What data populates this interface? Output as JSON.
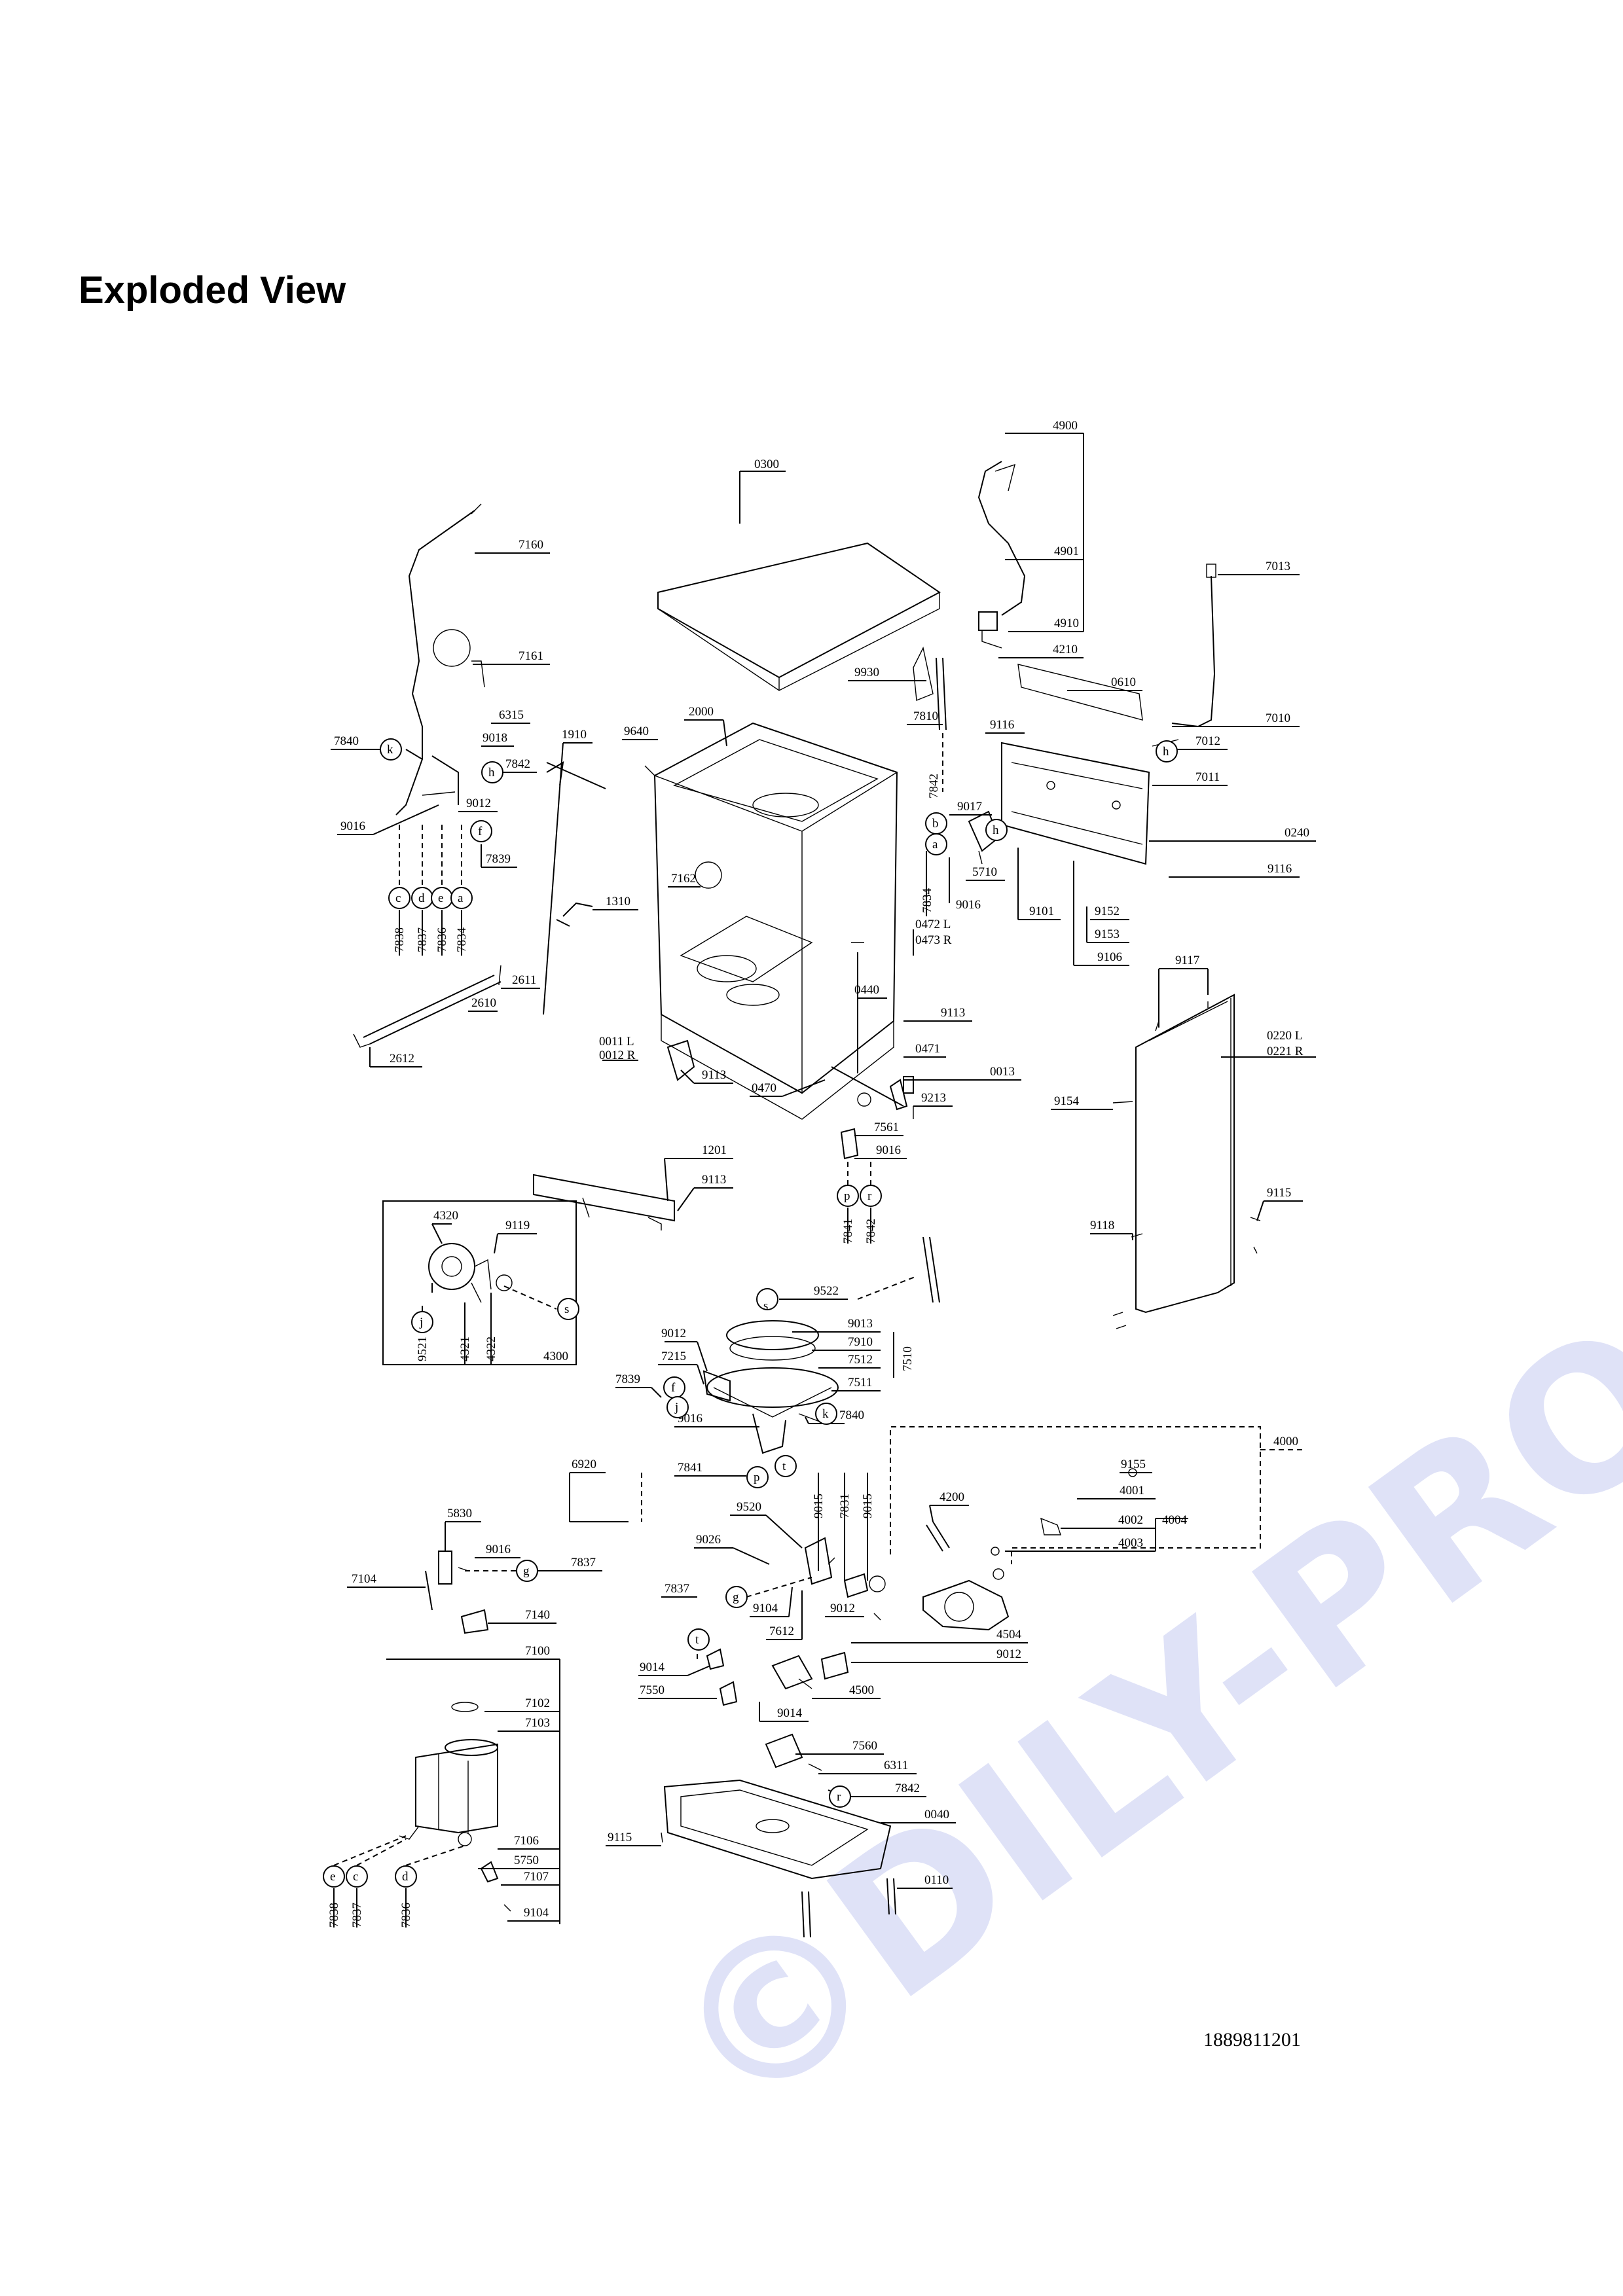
{
  "title": "Exploded View",
  "watermark": "©DILY-PRODEJ.cz",
  "doc_number": "1889811201",
  "colors": {
    "line": "#000000",
    "watermark": "#dfe2f7",
    "background": "#ffffff"
  },
  "labels": [
    {
      "id": "l0300",
      "text": "0300"
    },
    {
      "id": "l4900",
      "text": "4900"
    },
    {
      "id": "l4901",
      "text": "4901"
    },
    {
      "id": "l4910",
      "text": "4910"
    },
    {
      "id": "l4210",
      "text": "4210"
    },
    {
      "id": "l0610",
      "text": "0610"
    },
    {
      "id": "l7013",
      "text": "7013"
    },
    {
      "id": "l7010",
      "text": "7010"
    },
    {
      "id": "l7012",
      "text": "7012"
    },
    {
      "id": "l7011",
      "text": "7011"
    },
    {
      "id": "l0240",
      "text": "0240"
    },
    {
      "id": "l9116a",
      "text": "9116"
    },
    {
      "id": "l9116b",
      "text": "9116"
    },
    {
      "id": "l7160",
      "text": "7160"
    },
    {
      "id": "l7161",
      "text": "7161"
    },
    {
      "id": "l6315",
      "text": "6315"
    },
    {
      "id": "l9018",
      "text": "9018"
    },
    {
      "id": "l7842a",
      "text": "7842"
    },
    {
      "id": "l7840a",
      "text": "7840"
    },
    {
      "id": "l9012a",
      "text": "9012"
    },
    {
      "id": "l9016a",
      "text": "9016"
    },
    {
      "id": "l7839a",
      "text": "7839"
    },
    {
      "id": "l1910",
      "text": "1910"
    },
    {
      "id": "l9640",
      "text": "9640"
    },
    {
      "id": "l2000",
      "text": "2000"
    },
    {
      "id": "l9930",
      "text": "9930"
    },
    {
      "id": "l7810",
      "text": "7810"
    },
    {
      "id": "l7842b",
      "text": "7842"
    },
    {
      "id": "l9017",
      "text": "9017"
    },
    {
      "id": "l5710",
      "text": "5710"
    },
    {
      "id": "l7834b",
      "text": "7834"
    },
    {
      "id": "l9016b",
      "text": "9016"
    },
    {
      "id": "l9101",
      "text": "9101"
    },
    {
      "id": "l9152",
      "text": "9152"
    },
    {
      "id": "l9153",
      "text": "9153"
    },
    {
      "id": "l9106",
      "text": "9106"
    },
    {
      "id": "l7838a",
      "text": "7838"
    },
    {
      "id": "l7837a",
      "text": "7837"
    },
    {
      "id": "l7836a",
      "text": "7836"
    },
    {
      "id": "l7834a",
      "text": "7834"
    },
    {
      "id": "l1310",
      "text": "1310"
    },
    {
      "id": "l7162",
      "text": "7162"
    },
    {
      "id": "l0472",
      "text": "0472 L"
    },
    {
      "id": "l0473",
      "text": "0473 R"
    },
    {
      "id": "l2611",
      "text": "2611"
    },
    {
      "id": "l2610",
      "text": "2610"
    },
    {
      "id": "l2612",
      "text": "2612"
    },
    {
      "id": "l0440",
      "text": "0440"
    },
    {
      "id": "l9113a",
      "text": "9113"
    },
    {
      "id": "l9117",
      "text": "9117"
    },
    {
      "id": "l0220",
      "text": "0220 L"
    },
    {
      "id": "l0221",
      "text": "0221 R"
    },
    {
      "id": "l0011",
      "text": "0011 L"
    },
    {
      "id": "l0012",
      "text": "0012 R"
    },
    {
      "id": "l9113b",
      "text": "9113"
    },
    {
      "id": "l0471",
      "text": "0471"
    },
    {
      "id": "l0013",
      "text": "0013"
    },
    {
      "id": "l0470",
      "text": "0470"
    },
    {
      "id": "l9213",
      "text": "9213"
    },
    {
      "id": "l9154",
      "text": "9154"
    },
    {
      "id": "l7561",
      "text": "7561"
    },
    {
      "id": "l9016c",
      "text": "9016"
    },
    {
      "id": "l1201",
      "text": "1201"
    },
    {
      "id": "l9113c",
      "text": "9113"
    },
    {
      "id": "l7841a",
      "text": "7841"
    },
    {
      "id": "l7842c",
      "text": "7842"
    },
    {
      "id": "l9118",
      "text": "9118"
    },
    {
      "id": "l9115a",
      "text": "9115"
    },
    {
      "id": "l4320",
      "text": "4320"
    },
    {
      "id": "l9119",
      "text": "9119"
    },
    {
      "id": "l9521",
      "text": "9521"
    },
    {
      "id": "l4321",
      "text": "4321"
    },
    {
      "id": "l4322",
      "text": "4322"
    },
    {
      "id": "l4300",
      "text": "4300"
    },
    {
      "id": "l9522",
      "text": "9522"
    },
    {
      "id": "l9012b",
      "text": "9012"
    },
    {
      "id": "l9013",
      "text": "9013"
    },
    {
      "id": "l7215",
      "text": "7215"
    },
    {
      "id": "l7910",
      "text": "7910"
    },
    {
      "id": "l7512",
      "text": "7512"
    },
    {
      "id": "l7510",
      "text": "7510"
    },
    {
      "id": "l7839b",
      "text": "7839"
    },
    {
      "id": "l7511",
      "text": "7511"
    },
    {
      "id": "l9016d",
      "text": "9016"
    },
    {
      "id": "l7840b",
      "text": "7840"
    },
    {
      "id": "l4000",
      "text": "4000"
    },
    {
      "id": "l6920",
      "text": "6920"
    },
    {
      "id": "l7841b",
      "text": "7841"
    },
    {
      "id": "l9155",
      "text": "9155"
    },
    {
      "id": "l9015a",
      "text": "9015"
    },
    {
      "id": "l7831",
      "text": "7831"
    },
    {
      "id": "l9015b",
      "text": "9015"
    },
    {
      "id": "l4200",
      "text": "4200"
    },
    {
      "id": "l4001",
      "text": "4001"
    },
    {
      "id": "l4002",
      "text": "4002"
    },
    {
      "id": "l4004",
      "text": "4004"
    },
    {
      "id": "l4003",
      "text": "4003"
    },
    {
      "id": "l5830",
      "text": "5830"
    },
    {
      "id": "l9520",
      "text": "9520"
    },
    {
      "id": "l9016e",
      "text": "9016"
    },
    {
      "id": "l9026",
      "text": "9026"
    },
    {
      "id": "l7837b",
      "text": "7837"
    },
    {
      "id": "l7104",
      "text": "7104"
    },
    {
      "id": "l7837c",
      "text": "7837"
    },
    {
      "id": "l9104a",
      "text": "9104"
    },
    {
      "id": "l9012c",
      "text": "9012"
    },
    {
      "id": "l7140",
      "text": "7140"
    },
    {
      "id": "l7612",
      "text": "7612"
    },
    {
      "id": "l4504",
      "text": "4504"
    },
    {
      "id": "l7100",
      "text": "7100"
    },
    {
      "id": "l9012d",
      "text": "9012"
    },
    {
      "id": "l9014a",
      "text": "9014"
    },
    {
      "id": "l7550",
      "text": "7550"
    },
    {
      "id": "l4500",
      "text": "4500"
    },
    {
      "id": "l9014b",
      "text": "9014"
    },
    {
      "id": "l7102",
      "text": "7102"
    },
    {
      "id": "l7103",
      "text": "7103"
    },
    {
      "id": "l7560",
      "text": "7560"
    },
    {
      "id": "l6311",
      "text": "6311"
    },
    {
      "id": "l7842d",
      "text": "7842"
    },
    {
      "id": "l0040",
      "text": "0040"
    },
    {
      "id": "l9115b",
      "text": "9115"
    },
    {
      "id": "l7106",
      "text": "7106"
    },
    {
      "id": "l5750",
      "text": "5750"
    },
    {
      "id": "l0110",
      "text": "0110"
    },
    {
      "id": "l7107",
      "text": "7107"
    },
    {
      "id": "l9104b",
      "text": "9104"
    },
    {
      "id": "l7838b",
      "text": "7838"
    },
    {
      "id": "l7837d",
      "text": "7837"
    },
    {
      "id": "l7836b",
      "text": "7836"
    }
  ],
  "markers": [
    {
      "id": "mk",
      "text": "k"
    },
    {
      "id": "mh",
      "text": "h"
    },
    {
      "id": "mf",
      "text": "f"
    },
    {
      "id": "mc",
      "text": "c"
    },
    {
      "id": "md",
      "text": "d"
    },
    {
      "id": "me",
      "text": "e"
    },
    {
      "id": "ma",
      "text": "a"
    },
    {
      "id": "mb2",
      "text": "b"
    },
    {
      "id": "ma2",
      "text": "a"
    },
    {
      "id": "mh2",
      "text": "h"
    },
    {
      "id": "mh3",
      "text": "h"
    },
    {
      "id": "mp",
      "text": "p"
    },
    {
      "id": "mr",
      "text": "r"
    },
    {
      "id": "mj",
      "text": "j"
    },
    {
      "id": "ms",
      "text": "s"
    },
    {
      "id": "ms2",
      "text": "s"
    },
    {
      "id": "mf2",
      "text": "f"
    },
    {
      "id": "mj2",
      "text": "j"
    },
    {
      "id": "mk2",
      "text": "k"
    },
    {
      "id": "mt",
      "text": "t"
    },
    {
      "id": "mp2",
      "text": "p"
    },
    {
      "id": "mg",
      "text": "g"
    },
    {
      "id": "mg2",
      "text": "g"
    },
    {
      "id": "mt2",
      "text": "t"
    },
    {
      "id": "mr2",
      "text": "r"
    },
    {
      "id": "me2",
      "text": "e"
    },
    {
      "id": "mc2",
      "text": "c"
    },
    {
      "id": "md2",
      "text": "d"
    }
  ]
}
